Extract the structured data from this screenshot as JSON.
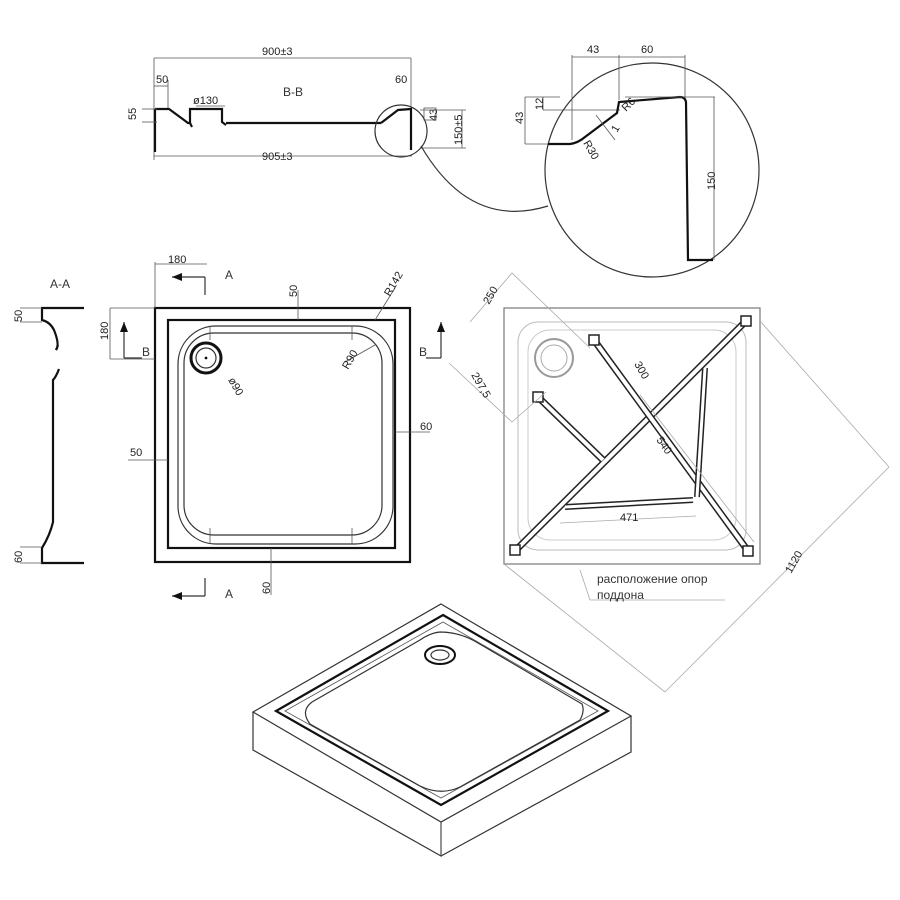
{
  "section_bb": {
    "title": "B-B",
    "dim_width_top": "900±3",
    "dim_width_bottom": "905±3",
    "dim_left_rim": "50",
    "dim_right_rim": "60",
    "dim_drain": "ø130",
    "dim_left_height": "55",
    "dim_right_small": "43",
    "dim_total_height": "150±5"
  },
  "detail": {
    "dim_43_h": "43",
    "dim_60_h": "60",
    "dim_12": "12",
    "dim_43_v": "43",
    "dim_r6": "R6",
    "dim_r30": "R30",
    "dim_1": "1",
    "dim_150": "150"
  },
  "section_aa": {
    "title": "A-A",
    "dim_top": "50",
    "dim_bottom": "60"
  },
  "plan": {
    "dim_180_h": "180",
    "dim_180_v": "180",
    "section_a_top": "A",
    "section_a_bottom": "A",
    "section_b_left": "B",
    "section_b_right": "B",
    "dim_top_rim": "50",
    "dim_r142": "R142",
    "dim_r90": "R90",
    "dim_drain": "ø90",
    "dim_left_rim": "50",
    "dim_right_rim": "60",
    "dim_bottom_rim": "60"
  },
  "supports": {
    "dim_250": "250",
    "dim_297": "297,5",
    "dim_300": "300",
    "dim_540": "540",
    "dim_471": "471",
    "dim_1120": "1120",
    "note_line1": "расположение опор",
    "note_line2": "поддона"
  }
}
